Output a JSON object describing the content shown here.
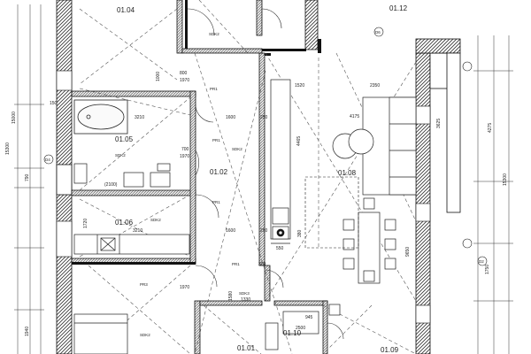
{
  "rooms": {
    "r0104": "01.04",
    "r0112": "01.12",
    "r0105": "01.05",
    "r0102": "01.02",
    "r0108": "01.08",
    "r0106": "01.06",
    "r0101": "01.01",
    "r0110": "01.10",
    "r0109": "01.09"
  },
  "dimensions": {
    "d15000": "15000",
    "d15300a": "15300",
    "d15300b": "15300",
    "d4275": "4275",
    "d1520": "1520",
    "d2350": "2350",
    "d4175": "4175",
    "d3210a": "3210",
    "d3210b": "3210",
    "d1600a": "1600",
    "d1600b": "1600",
    "d250a": "250",
    "d250b": "250",
    "d800": "800",
    "d1970a": "1970",
    "d700": "700",
    "d1970b": "1970",
    "d1970c": "1970",
    "d4465": "4465",
    "d9650": "9650",
    "d2100": "(2100)",
    "d1720": "1720",
    "d790": "790",
    "d1000": "1000",
    "d1940": "1940",
    "d945": "945",
    "d2500": "2500",
    "d1330": "1330",
    "d1580": "1580",
    "d300": "300",
    "d550": "550",
    "d3625": "3625",
    "d150": "150",
    "d380": "380",
    "d1750": "1750"
  },
  "tags": {
    "pr1a": "PR1",
    "pr1b": "PR1",
    "pr1c": "PR1",
    "pr1d": "PR1",
    "pr3": "PR3",
    "sdk2a": "SDK2",
    "sdk2b": "SDK2",
    "sdk2c": "SDK2",
    "sdk2d": "SDK2",
    "sdk2e": "SDK2",
    "sdk3": "SDK3",
    "d6": "D6",
    "d2": "D2",
    "d4": "D4"
  }
}
